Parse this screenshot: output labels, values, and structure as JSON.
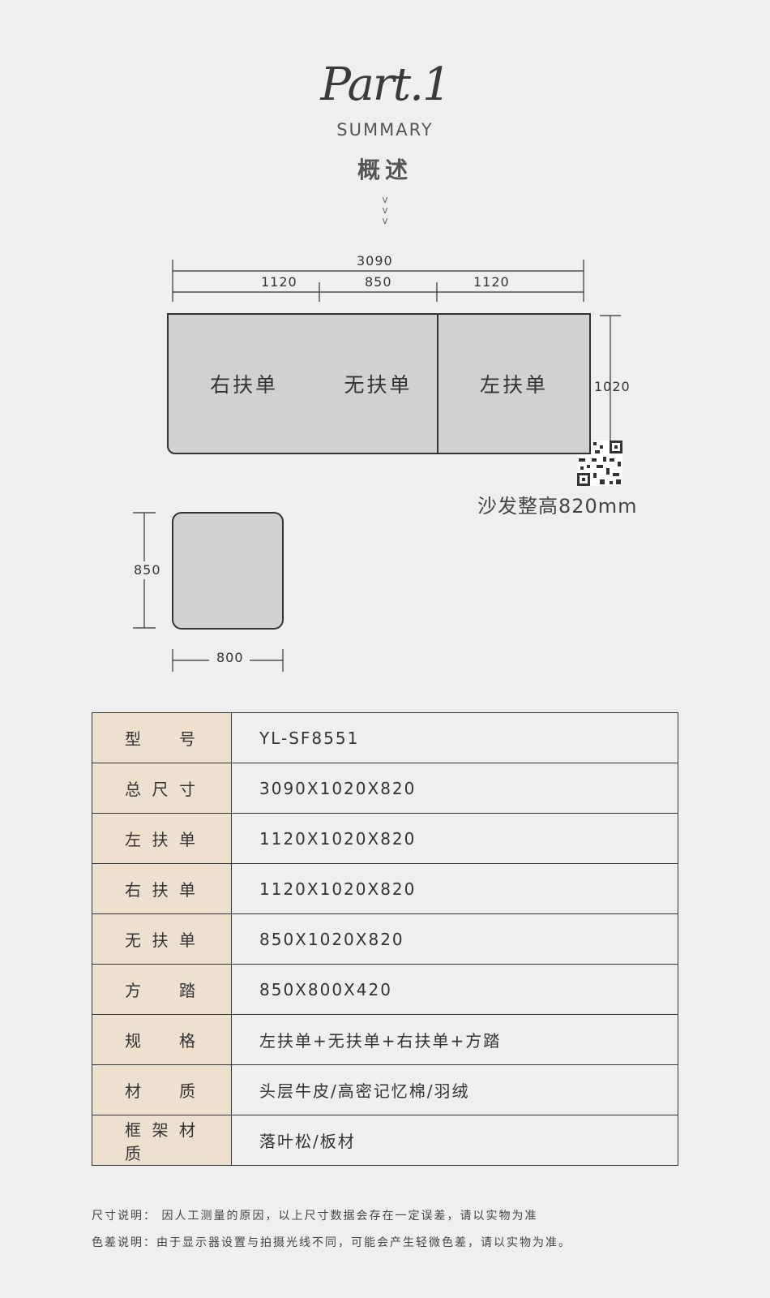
{
  "header": {
    "part": "Part.1",
    "summary": "SUMMARY",
    "title_cn": "概述",
    "chevrons": [
      "v",
      "v",
      "v"
    ]
  },
  "diagram": {
    "total_width": "3090",
    "seg_left_width": "1120",
    "seg_mid_width": "850",
    "seg_right_width": "1120",
    "depth": "1020",
    "segments": [
      "右扶单",
      "无扶单",
      "左扶单"
    ],
    "height_note": "沙发整高820mm",
    "ottoman_depth": "850",
    "ottoman_width": "800"
  },
  "spec_table": {
    "rows": [
      {
        "key": "型号",
        "value": "YL-SF8551"
      },
      {
        "key": "总尺寸",
        "value": "3090X1020X820"
      },
      {
        "key": "左扶单",
        "value": "1120X1020X820"
      },
      {
        "key": "右扶单",
        "value": "1120X1020X820"
      },
      {
        "key": "无扶单",
        "value": "850X1020X820"
      },
      {
        "key": "方踏",
        "value": "850X800X420"
      },
      {
        "key": "规格",
        "value": "左扶单+无扶单+右扶单+方踏"
      },
      {
        "key": "材质",
        "value": "头层牛皮/高密记忆棉/羽绒"
      },
      {
        "key": "框架材质",
        "value": "落叶松/板材"
      }
    ]
  },
  "notes": {
    "size": "尺寸说明：  因人工测量的原因，以上尺寸数据会存在一定误差，请以实物为准",
    "color": "色差说明：由于显示器设置与拍摄光线不同，可能会产生轻微色差，请以实物为准。"
  },
  "colors": {
    "background": "#efefef",
    "seat_fill": "#d1d1d1",
    "key_cell": "#ede0cf",
    "line": "#333333"
  }
}
